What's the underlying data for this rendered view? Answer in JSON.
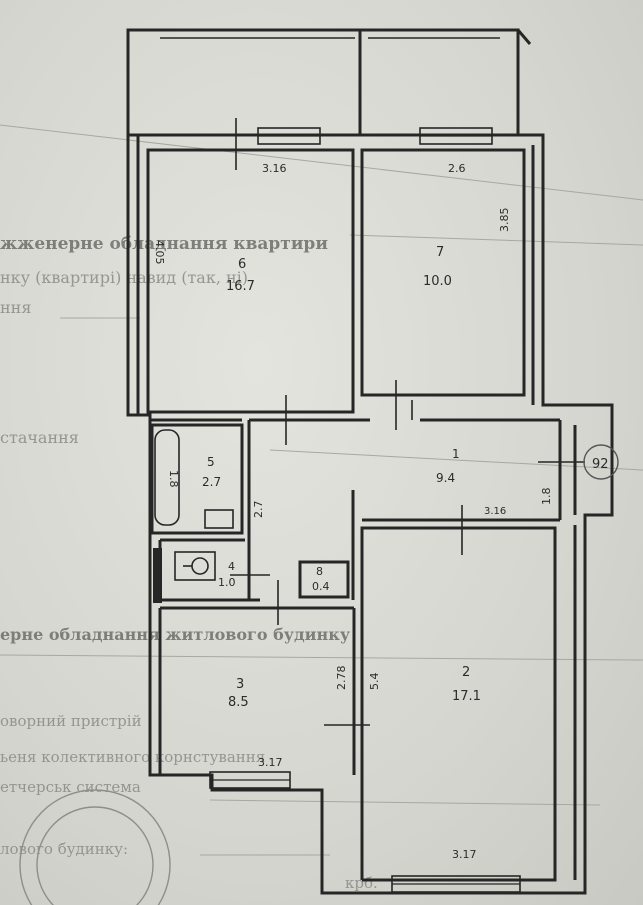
{
  "background_text": {
    "line1": "жженерне обладнання квартири",
    "line2": "нку (квартирі) навид (так, ні)",
    "line3": "ння",
    "line4": "стачання",
    "line5": "ерне обладнання житлового будинку",
    "line6": "оворний пристрій",
    "line7": "ьеня колективного корнстування",
    "line8": "етчерськ система",
    "line9": "лового будинку:",
    "line10": "крб."
  },
  "rooms": [
    {
      "num": "6",
      "area": "16.7"
    },
    {
      "num": "7",
      "area": "10.0"
    },
    {
      "num": "5",
      "area": "2.7"
    },
    {
      "num": "1",
      "area": "9.4"
    },
    {
      "num": "4",
      "area": "1.0"
    },
    {
      "num": "8",
      "area": "0.4"
    },
    {
      "num": "3",
      "area": "8.5"
    },
    {
      "num": "2",
      "area": "17.1"
    }
  ],
  "dimensions": {
    "d316_top": "3.16",
    "d26": "2.6",
    "d405": "4.05",
    "d385": "3.85",
    "d18_left": "1.8",
    "d27": "2.7",
    "d18_right": "1.8",
    "d316_mid": "3.16",
    "d278": "2.78",
    "d54": "5.4",
    "d317_mid": "3.17",
    "d317_bottom": "3.17"
  },
  "circled_mark": "92"
}
